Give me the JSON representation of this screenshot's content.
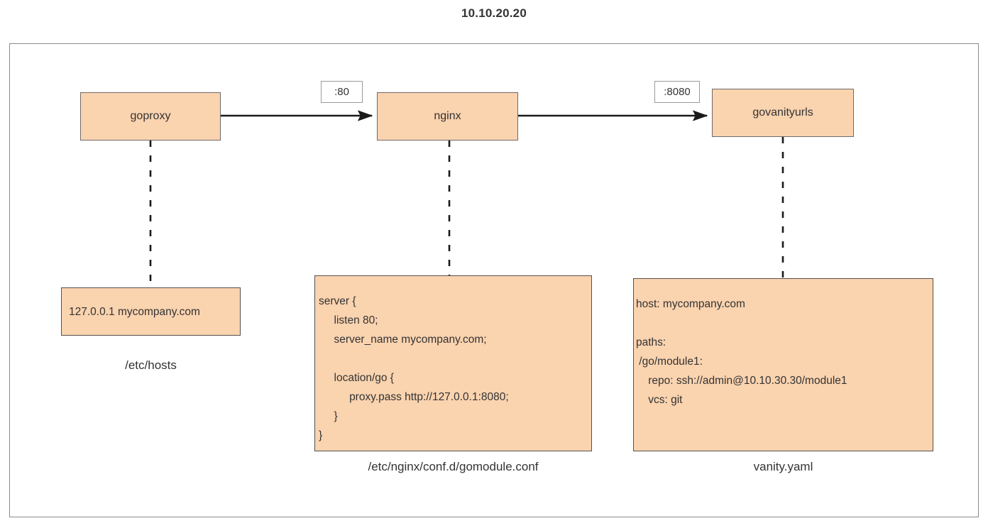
{
  "title": "10.10.20.20",
  "colors": {
    "node_fill": "#FAD3AF",
    "node_border": "#6E6A68",
    "container_border": "#8A8A8A",
    "connector": "#1A1A1A",
    "text": "#333333",
    "background": "#FFFFFF"
  },
  "nodes": {
    "goproxy": {
      "label": "goproxy"
    },
    "nginx": {
      "label": "nginx"
    },
    "govanityurls": {
      "label": "govanityurls"
    }
  },
  "edges": [
    {
      "from": "goproxy",
      "to": "nginx",
      "label": ":80"
    },
    {
      "from": "nginx",
      "to": "govanityurls",
      "label": ":8080"
    }
  ],
  "port_labels": {
    "nginx_port": ":80",
    "govanityurls_port": ":8080"
  },
  "files": {
    "hosts": {
      "caption": "/etc/hosts",
      "content": "127.0.0.1 mycompany.com"
    },
    "nginx_conf": {
      "caption": "/etc/nginx/conf.d/gomodule.conf",
      "content": "server {\n     listen 80;\n     server_name mycompany.com;\n\n     location/go {\n          proxy.pass http://127.0.0.1:8080;\n     }\n}"
    },
    "vanity_yaml": {
      "caption": "vanity.yaml",
      "content": "host: mycompany.com\n\npaths:\n /go/module1:\n    repo: ssh://admin@10.10.30.30/module1\n    vcs: git"
    }
  }
}
